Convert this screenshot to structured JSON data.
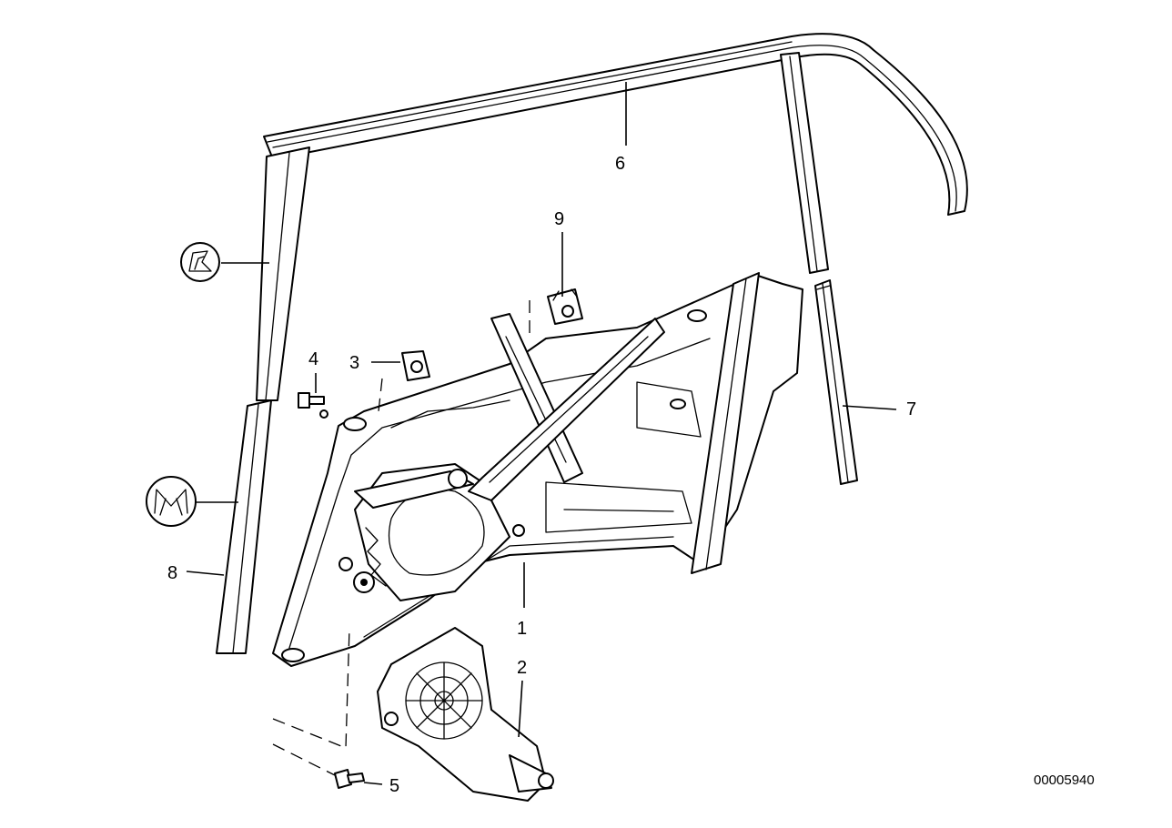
{
  "diagram": {
    "callouts": [
      {
        "id": "1",
        "label": "1"
      },
      {
        "id": "2",
        "label": "2"
      },
      {
        "id": "3",
        "label": "3"
      },
      {
        "id": "4",
        "label": "4"
      },
      {
        "id": "5",
        "label": "5"
      },
      {
        "id": "6",
        "label": "6"
      },
      {
        "id": "7",
        "label": "7"
      },
      {
        "id": "8",
        "label": "8"
      },
      {
        "id": "9",
        "label": "9"
      }
    ],
    "document_number": "00005940",
    "profile_icons": [
      "seal-profile-r-icon",
      "seal-profile-m-icon"
    ]
  }
}
